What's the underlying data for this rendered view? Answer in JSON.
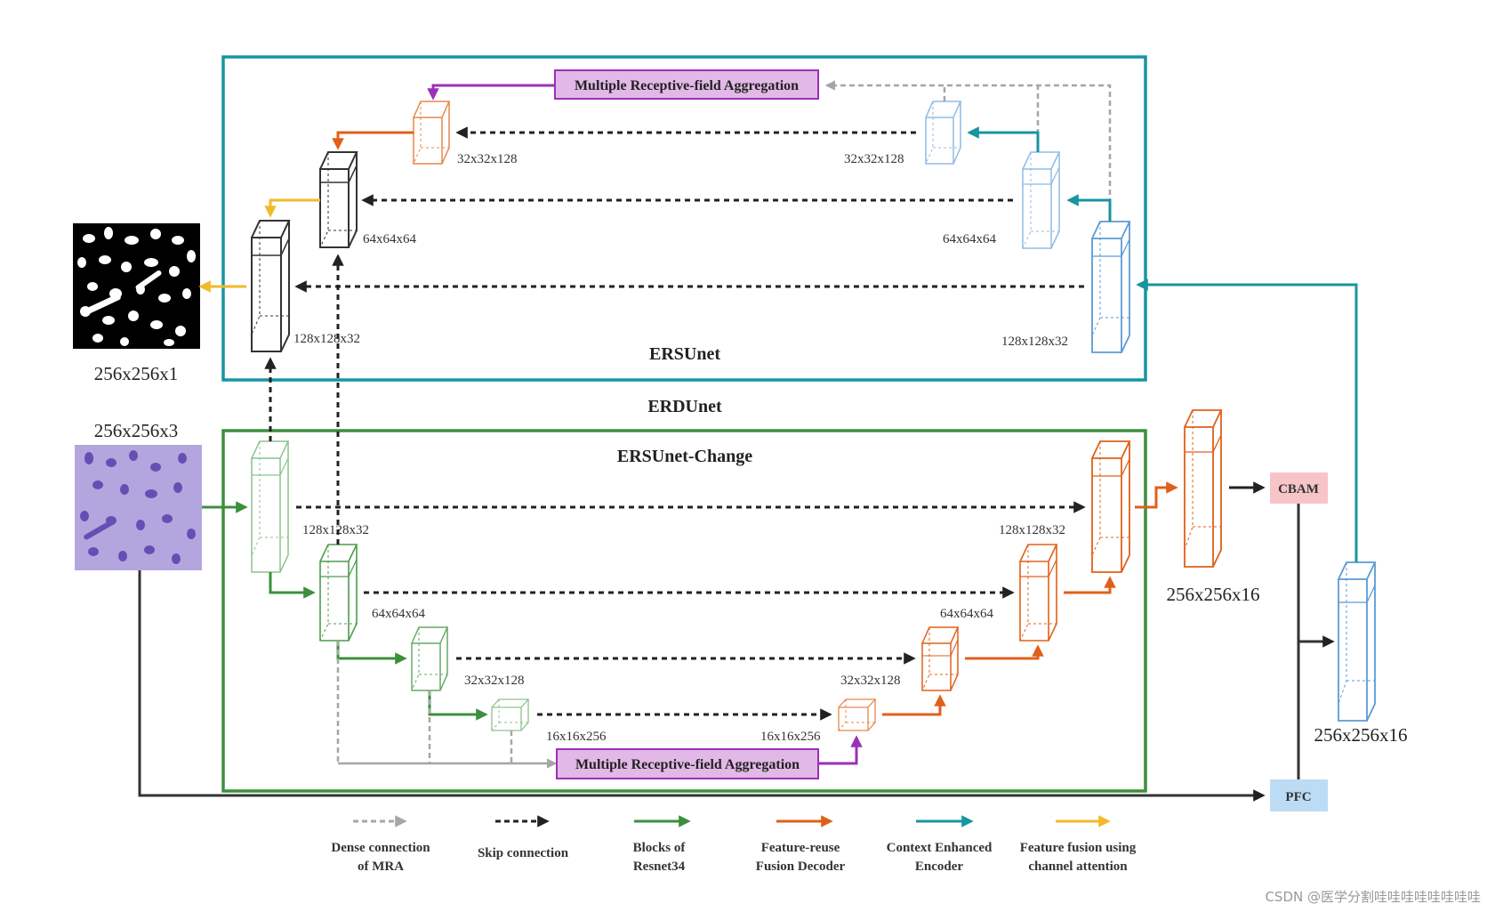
{
  "colors": {
    "teal": "#1795a0",
    "green": "#3c8f3c",
    "orange": "#e0601a",
    "purple": "#9b30b8",
    "yellow": "#f2b92b",
    "gray": "#a6a6a6",
    "black": "#222222",
    "blue": "#5b9bd5",
    "mra_fill": "#e2b8e6",
    "cbam_fill": "#f7c4c8",
    "pfc_fill": "#bcdcf5"
  },
  "titles": {
    "ersunet": "ERSUnet",
    "erdunet": "ERDUnet",
    "ersunet_change": "ERSUnet-Change"
  },
  "modules": {
    "mra_top": "Multiple Receptive-field Aggregation",
    "mra_bottom": "Multiple Receptive-field Aggregation",
    "cbam": "CBAM",
    "pfc": "PFC"
  },
  "images": {
    "output_label": "256x256x1",
    "input_label": "256x256x3"
  },
  "top": {
    "enc1": "128x128x32",
    "enc2": "64x64x64",
    "enc3": "32x32x128",
    "dec3": "32x32x128",
    "dec2": "64x64x64",
    "dec1": "128x128x32"
  },
  "bottom": {
    "enc1": "128x128x32",
    "enc2": "64x64x64",
    "enc3": "32x32x128",
    "enc4": "16x16x256",
    "dec4": "16x16x256",
    "dec3": "32x32x128",
    "dec2": "64x64x64",
    "dec1": "128x128x32"
  },
  "right": {
    "fused": "256x256x16",
    "pfc_out": "256x256x16"
  },
  "legend": [
    {
      "line1": "Dense connection",
      "line2": "of MRA",
      "icon": "gray-dashed-arrow"
    },
    {
      "line1": "Skip connection",
      "line2": "",
      "icon": "black-dashed-arrow"
    },
    {
      "line1": "Blocks of",
      "line2": "Resnet34",
      "icon": "green-arrow"
    },
    {
      "line1": "Feature-reuse",
      "line2": "Fusion Decoder",
      "icon": "orange-arrow"
    },
    {
      "line1": "Context Enhanced",
      "line2": "Encoder",
      "icon": "teal-arrow"
    },
    {
      "line1": "Feature fusion using",
      "line2": "channel attention",
      "icon": "yellow-arrow"
    }
  ],
  "watermark": "CSDN @医学分割哇哇哇哇哇哇哇哇"
}
